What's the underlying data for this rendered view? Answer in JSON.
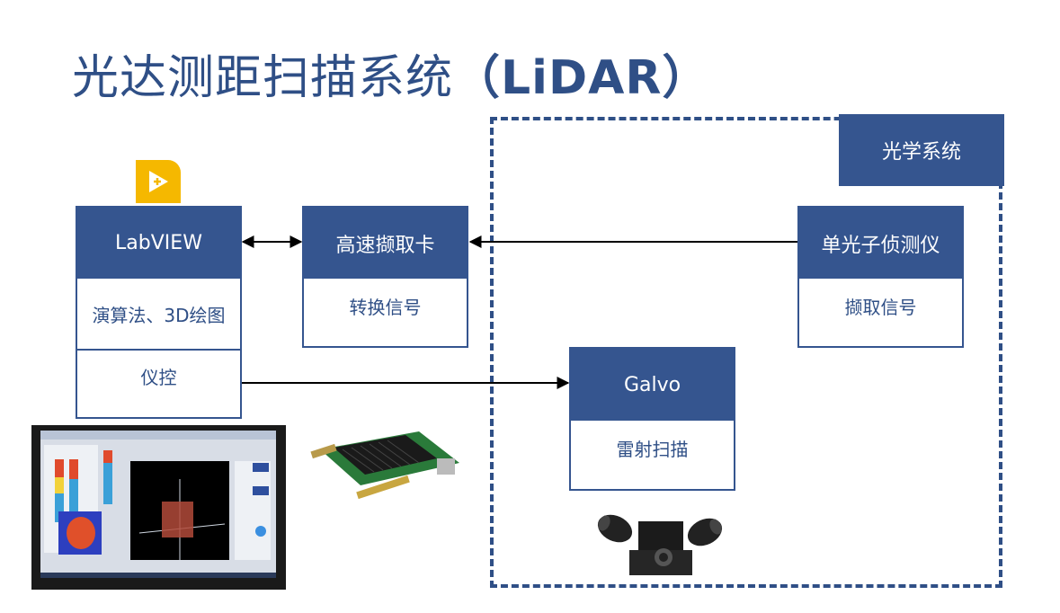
{
  "title": {
    "main": "光达测距扫描系统",
    "paren": "（LiDAR）"
  },
  "optics_group": {
    "label": "光学系统"
  },
  "labview": {
    "header": "LabVIEW",
    "row1": "演算法、3D绘图",
    "row2": "仪控"
  },
  "capture_card": {
    "header": "高速撷取卡",
    "row1": "转换信号"
  },
  "spad": {
    "header": "单光子侦测仪",
    "row1": "撷取信号"
  },
  "galvo": {
    "header": "Galvo",
    "row1": "雷射扫描"
  },
  "colors": {
    "primary": "#35558f",
    "title": "#2f4f86",
    "labview_icon": "#f5b800"
  },
  "icons": {
    "labview_logo": "labview-logo-icon"
  }
}
